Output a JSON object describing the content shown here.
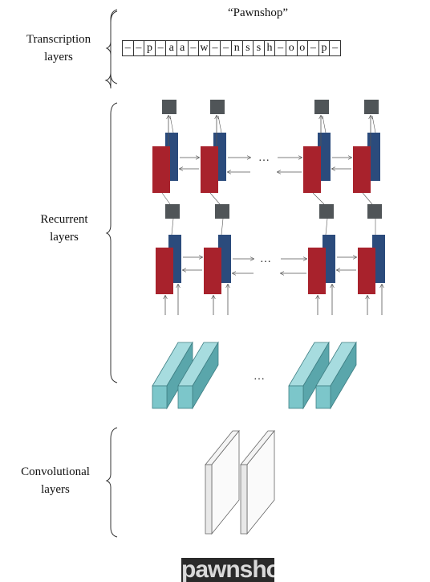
{
  "labels": {
    "transcription": [
      "Transcription",
      "layers"
    ],
    "recurrent": [
      "Recurrent",
      "layers"
    ],
    "convolutional": [
      "Convolutional",
      "layers"
    ]
  },
  "output_word": "“Pawnshop”",
  "sequence": [
    "–",
    "–",
    "p",
    "–",
    "a",
    "a",
    "–",
    "w",
    "–",
    "–",
    "n",
    "s",
    "s",
    "h",
    "–",
    "o",
    "o",
    "–",
    "p",
    "–"
  ],
  "ellipsis": "…",
  "input_image_text": "pawnshop",
  "colors": {
    "red_cell": "#a8222c",
    "blue_cell": "#2b4b7c",
    "gray_node": "#505558",
    "teal_feature": "#7cc6ca",
    "teal_dark": "#4e9ea3"
  }
}
